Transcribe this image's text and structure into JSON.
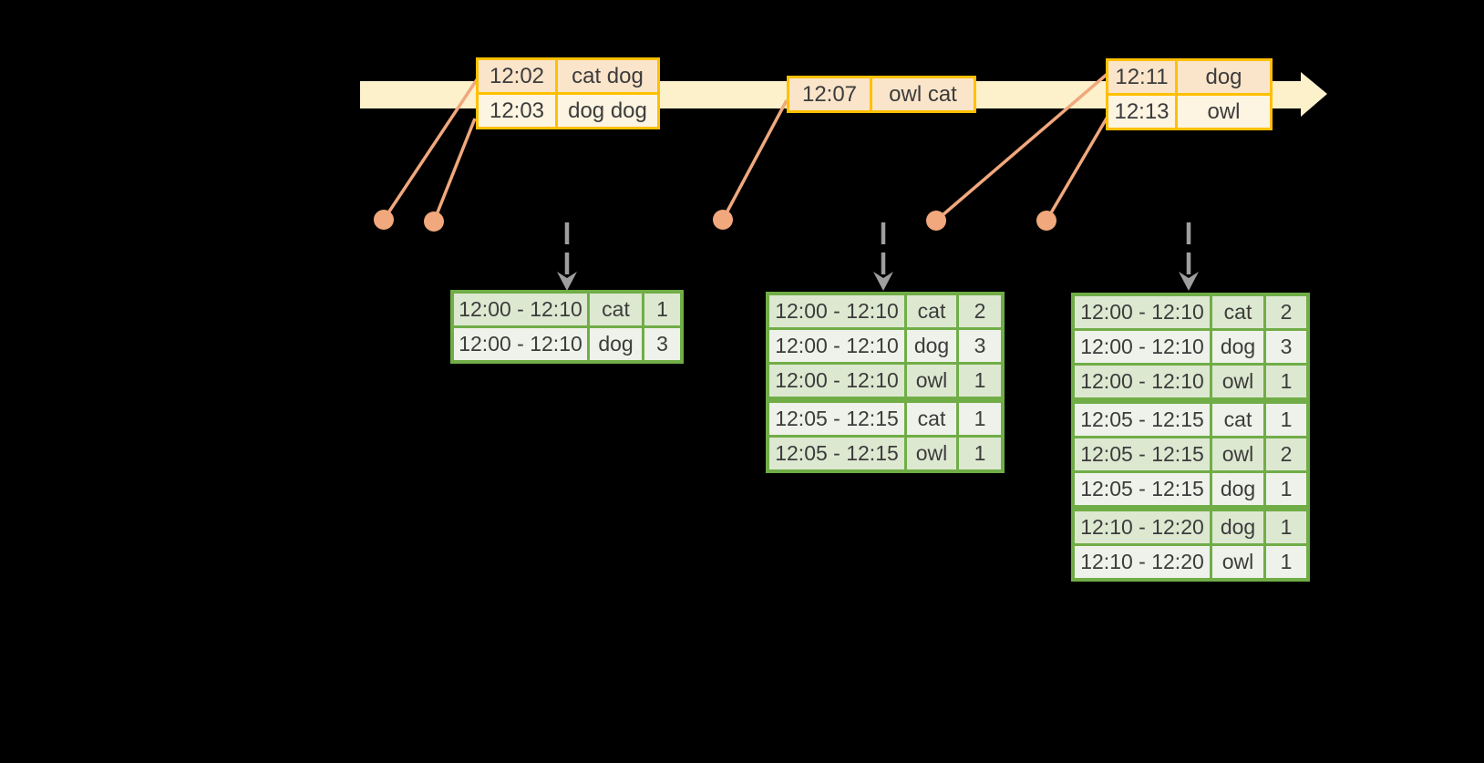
{
  "colors": {
    "background": "#000000",
    "timeline-band": "#FCF1CB",
    "event-border": "#FFC000",
    "event-fill-dark": "#FBE5CA",
    "event-fill-light": "#FDF4E1",
    "connector": "#F0A87C",
    "result-border": "#70AD47",
    "result-fill-dark": "#DDE8D1",
    "result-fill-light": "#EEF2EA",
    "trigger-arrow": "#9E9E9E",
    "text": "#3C3C3C"
  },
  "event_tables": [
    {
      "rows": [
        {
          "time": "12:02",
          "words": "cat dog"
        },
        {
          "time": "12:03",
          "words": "dog dog"
        }
      ]
    },
    {
      "rows": [
        {
          "time": "12:07",
          "words": "owl cat"
        }
      ]
    },
    {
      "rows": [
        {
          "time": "12:11",
          "words": "dog"
        },
        {
          "time": "12:13",
          "words": "owl"
        }
      ]
    }
  ],
  "result_tables": [
    {
      "group_breaks": [],
      "rows": [
        {
          "window": "12:00 - 12:10",
          "word": "cat",
          "count": "1"
        },
        {
          "window": "12:00 - 12:10",
          "word": "dog",
          "count": "3"
        }
      ]
    },
    {
      "group_breaks": [
        2
      ],
      "rows": [
        {
          "window": "12:00 - 12:10",
          "word": "cat",
          "count": "2"
        },
        {
          "window": "12:00 - 12:10",
          "word": "dog",
          "count": "3"
        },
        {
          "window": "12:00 - 12:10",
          "word": "owl",
          "count": "1"
        },
        {
          "window": "12:05 - 12:15",
          "word": "cat",
          "count": "1"
        },
        {
          "window": "12:05 - 12:15",
          "word": "owl",
          "count": "1"
        }
      ]
    },
    {
      "group_breaks": [
        2,
        5
      ],
      "rows": [
        {
          "window": "12:00 - 12:10",
          "word": "cat",
          "count": "2"
        },
        {
          "window": "12:00 - 12:10",
          "word": "dog",
          "count": "3"
        },
        {
          "window": "12:00 - 12:10",
          "word": "owl",
          "count": "1"
        },
        {
          "window": "12:05 - 12:15",
          "word": "cat",
          "count": "1"
        },
        {
          "window": "12:05 - 12:15",
          "word": "owl",
          "count": "2"
        },
        {
          "window": "12:05 - 12:15",
          "word": "dog",
          "count": "1"
        },
        {
          "window": "12:10 - 12:20",
          "word": "dog",
          "count": "1"
        },
        {
          "window": "12:10 - 12:20",
          "word": "owl",
          "count": "1"
        }
      ]
    }
  ]
}
